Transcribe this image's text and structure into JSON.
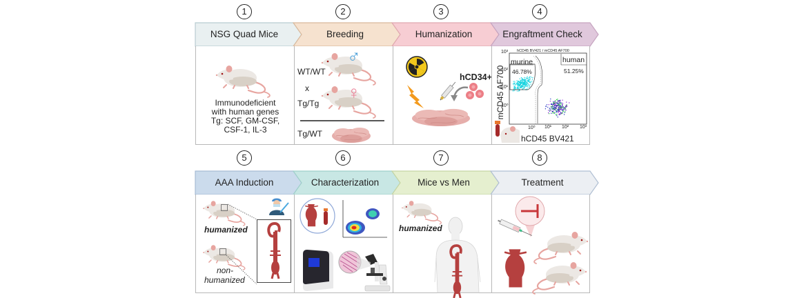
{
  "steps": [
    {
      "number": "1",
      "title": "NSG Quad Mice",
      "color": "#e9f0f1",
      "border": "#b9ccd1"
    },
    {
      "number": "2",
      "title": "Breeding",
      "color": "#f6e2cf",
      "border": "#d9b99c"
    },
    {
      "number": "3",
      "title": "Humanization",
      "color": "#f7cdd3",
      "border": "#e0a8b0"
    },
    {
      "number": "4",
      "title": "Engraftment Check",
      "color": "#e0c8dc",
      "border": "#c6a4c0"
    },
    {
      "number": "5",
      "title": "AAA Induction",
      "color": "#cbdbec",
      "border": "#a7bcd4"
    },
    {
      "number": "6",
      "title": "Characterization",
      "color": "#c8e7e4",
      "border": "#9fd0ca"
    },
    {
      "number": "7",
      "title": "Mice vs Men",
      "color": "#e5efcf",
      "border": "#c5d5a3"
    },
    {
      "number": "8",
      "title": "Treatment",
      "color": "#eceff3",
      "border": "#b0bfd3"
    }
  ],
  "panel1": {
    "description": [
      "Immunodeficient",
      "with human genes",
      "Tg: SCF, GM-CSF,",
      "CSF-1, IL-3"
    ]
  },
  "panel2": {
    "male_genotype": "WT/WT",
    "cross": "x",
    "female_genotype": "Tg/Tg",
    "offspring_genotype": "Tg/WT",
    "male_symbol": "♂",
    "female_symbol": "♀"
  },
  "panel3": {
    "cells_label": "hCD34+"
  },
  "panel4": {
    "plot_title": "hCD45 BV421 / mCD45 AF700",
    "x_axis_label": "hCD45 BV421",
    "y_axis_label": "mCD45 AF700",
    "gates": [
      {
        "name": "murine",
        "percent": "46.78%"
      },
      {
        "name": "human",
        "percent": "51.25%"
      }
    ],
    "x_ticks": [
      "10⁰",
      "10¹",
      "10²",
      "10³"
    ],
    "y_ticks": [
      "10⁰",
      "10¹",
      "10²",
      "10³"
    ]
  },
  "panel5": {
    "label_humanized": "humanized",
    "label_nonhumanized_1": "non-",
    "label_nonhumanized_2": "humanized"
  },
  "panel7": {
    "label_humanized": "humanized"
  },
  "colors": {
    "mouse_body": "#ece8e4",
    "mouse_shadow": "#d8d0c6",
    "mouse_pink": "#e7a5a0",
    "aorta": "#b5403f",
    "pups": "#e6aeab",
    "murine_dots": "#19d4e0",
    "human_dots_1": "#8b19d6",
    "human_dots_2": "#23c440",
    "human_dots_3": "#1a2bbf"
  }
}
